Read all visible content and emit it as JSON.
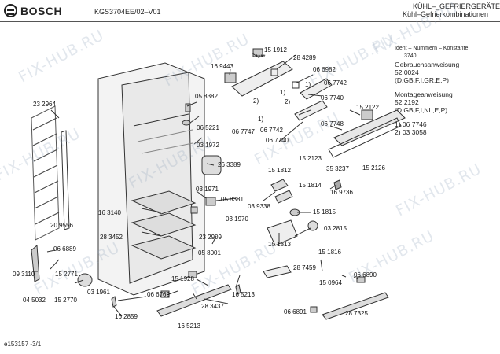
{
  "header": {
    "brand": "BOSCH",
    "model": "KGS3704EE/02–V01",
    "category_line1": "KÜHL–_GEFRIERGERÄTE",
    "category_line2": "Kühl–Gefrierkombinationen"
  },
  "sidebar": {
    "ident_label": "Ident – Nummern – Konstante",
    "ident_value": "3740",
    "manual_title": "Gebrauchsanweisung",
    "manual_number": "52 0024",
    "manual_langs": "(D,GB,F,I,GR,E,P)",
    "install_title": "Montageanweisung",
    "install_number": "52 2192",
    "install_langs": "(D,GB,F,I,NL,E,P)",
    "note1": "1)  06 7746",
    "note2": "2)  03 3058"
  },
  "footer": {
    "code": "e153157  -3/1"
  },
  "watermark": {
    "text": "FIX-HUB.RU"
  },
  "parts": [
    "15 1912",
    "28 4289",
    "16 9443",
    "06 6982",
    "06 7742",
    "23 2964",
    "05 8382",
    "06 7740",
    "15 2122",
    "06 5221",
    "06 7748",
    "06 7747",
    "06 7742",
    "06 7740",
    "03 1972",
    "15 2123",
    "35 3237",
    "15 2126",
    "26 3389",
    "15 1812",
    "15 1814",
    "16 9736",
    "03 1971",
    "05 8381",
    "16 3140",
    "03 9338",
    "15 1815",
    "20 9556",
    "03 1970",
    "03 2815",
    "28 3452",
    "23 2909",
    "15 1813",
    "06 6889",
    "05 8001",
    "15 1816",
    "09 3110",
    "15 2771",
    "15 1928",
    "28 7459",
    "06 6890",
    "15 0964",
    "04 5032",
    "15 2770",
    "03 1961",
    "06 6769",
    "16 5213",
    "28 3437",
    "06 6891",
    "28 7325",
    "16 2859",
    "16 5213"
  ],
  "callouts": {
    "one": "1)",
    "two": "2)",
    "stars": "****"
  }
}
